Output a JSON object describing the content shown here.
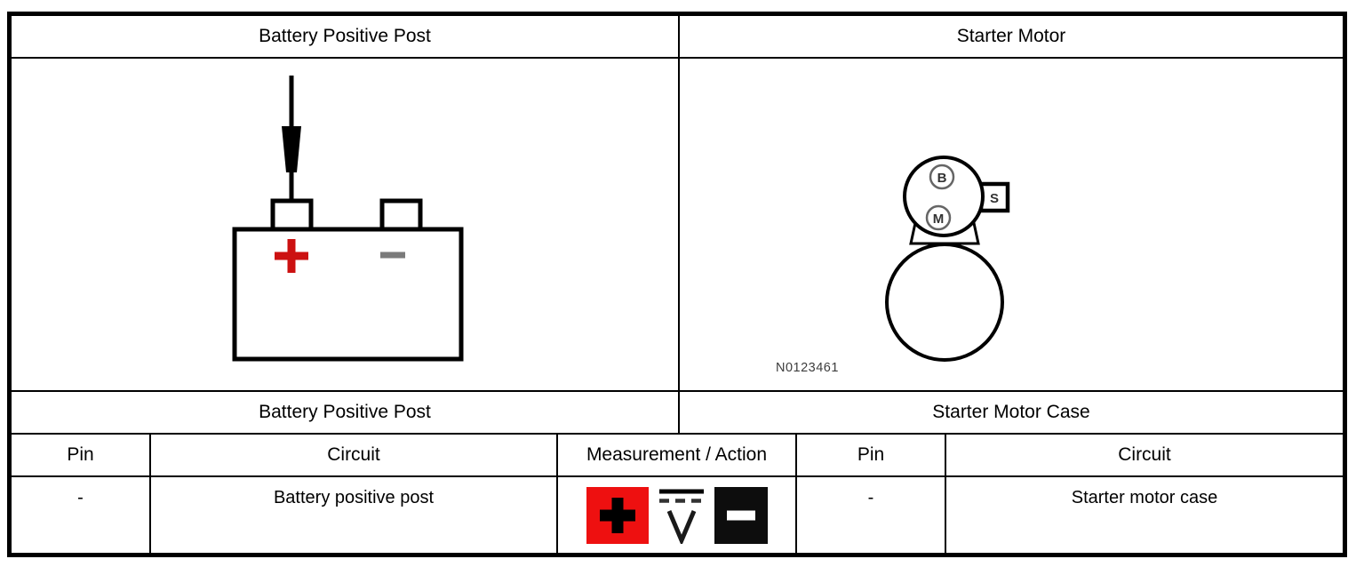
{
  "header": {
    "left": "Battery Positive Post",
    "right": "Starter Motor"
  },
  "captions": {
    "left": "Battery Positive Post",
    "right": "Starter Motor Case"
  },
  "battery_figure": {
    "positive_symbol": "+",
    "negative_symbol": "−",
    "positive_color": "#cc1111",
    "negative_color": "#7a7a7a"
  },
  "starter_figure": {
    "terminal_b": "B",
    "terminal_m": "M",
    "terminal_s": "S",
    "figure_id": "N0123461"
  },
  "table": {
    "headers": {
      "pin_left": "Pin",
      "circuit_left": "Circuit",
      "measurement": "Measurement / Action",
      "pin_right": "Pin",
      "circuit_right": "Circuit"
    },
    "row": {
      "pin_left": "-",
      "circuit_left": "Battery positive post",
      "pin_right": "-",
      "circuit_right": "Starter motor case"
    },
    "measurement_icons": {
      "positive_lead": {
        "icon": "positive-lead-icon",
        "symbol": "+",
        "bg": "#ee1010",
        "fg": "#000000"
      },
      "dc_voltage": {
        "icon": "dc-voltage-icon",
        "symbol": "V⎓"
      },
      "negative_lead": {
        "icon": "negative-lead-icon",
        "symbol": "−",
        "bg": "#0d0d0d",
        "fg": "#ffffff"
      }
    }
  }
}
